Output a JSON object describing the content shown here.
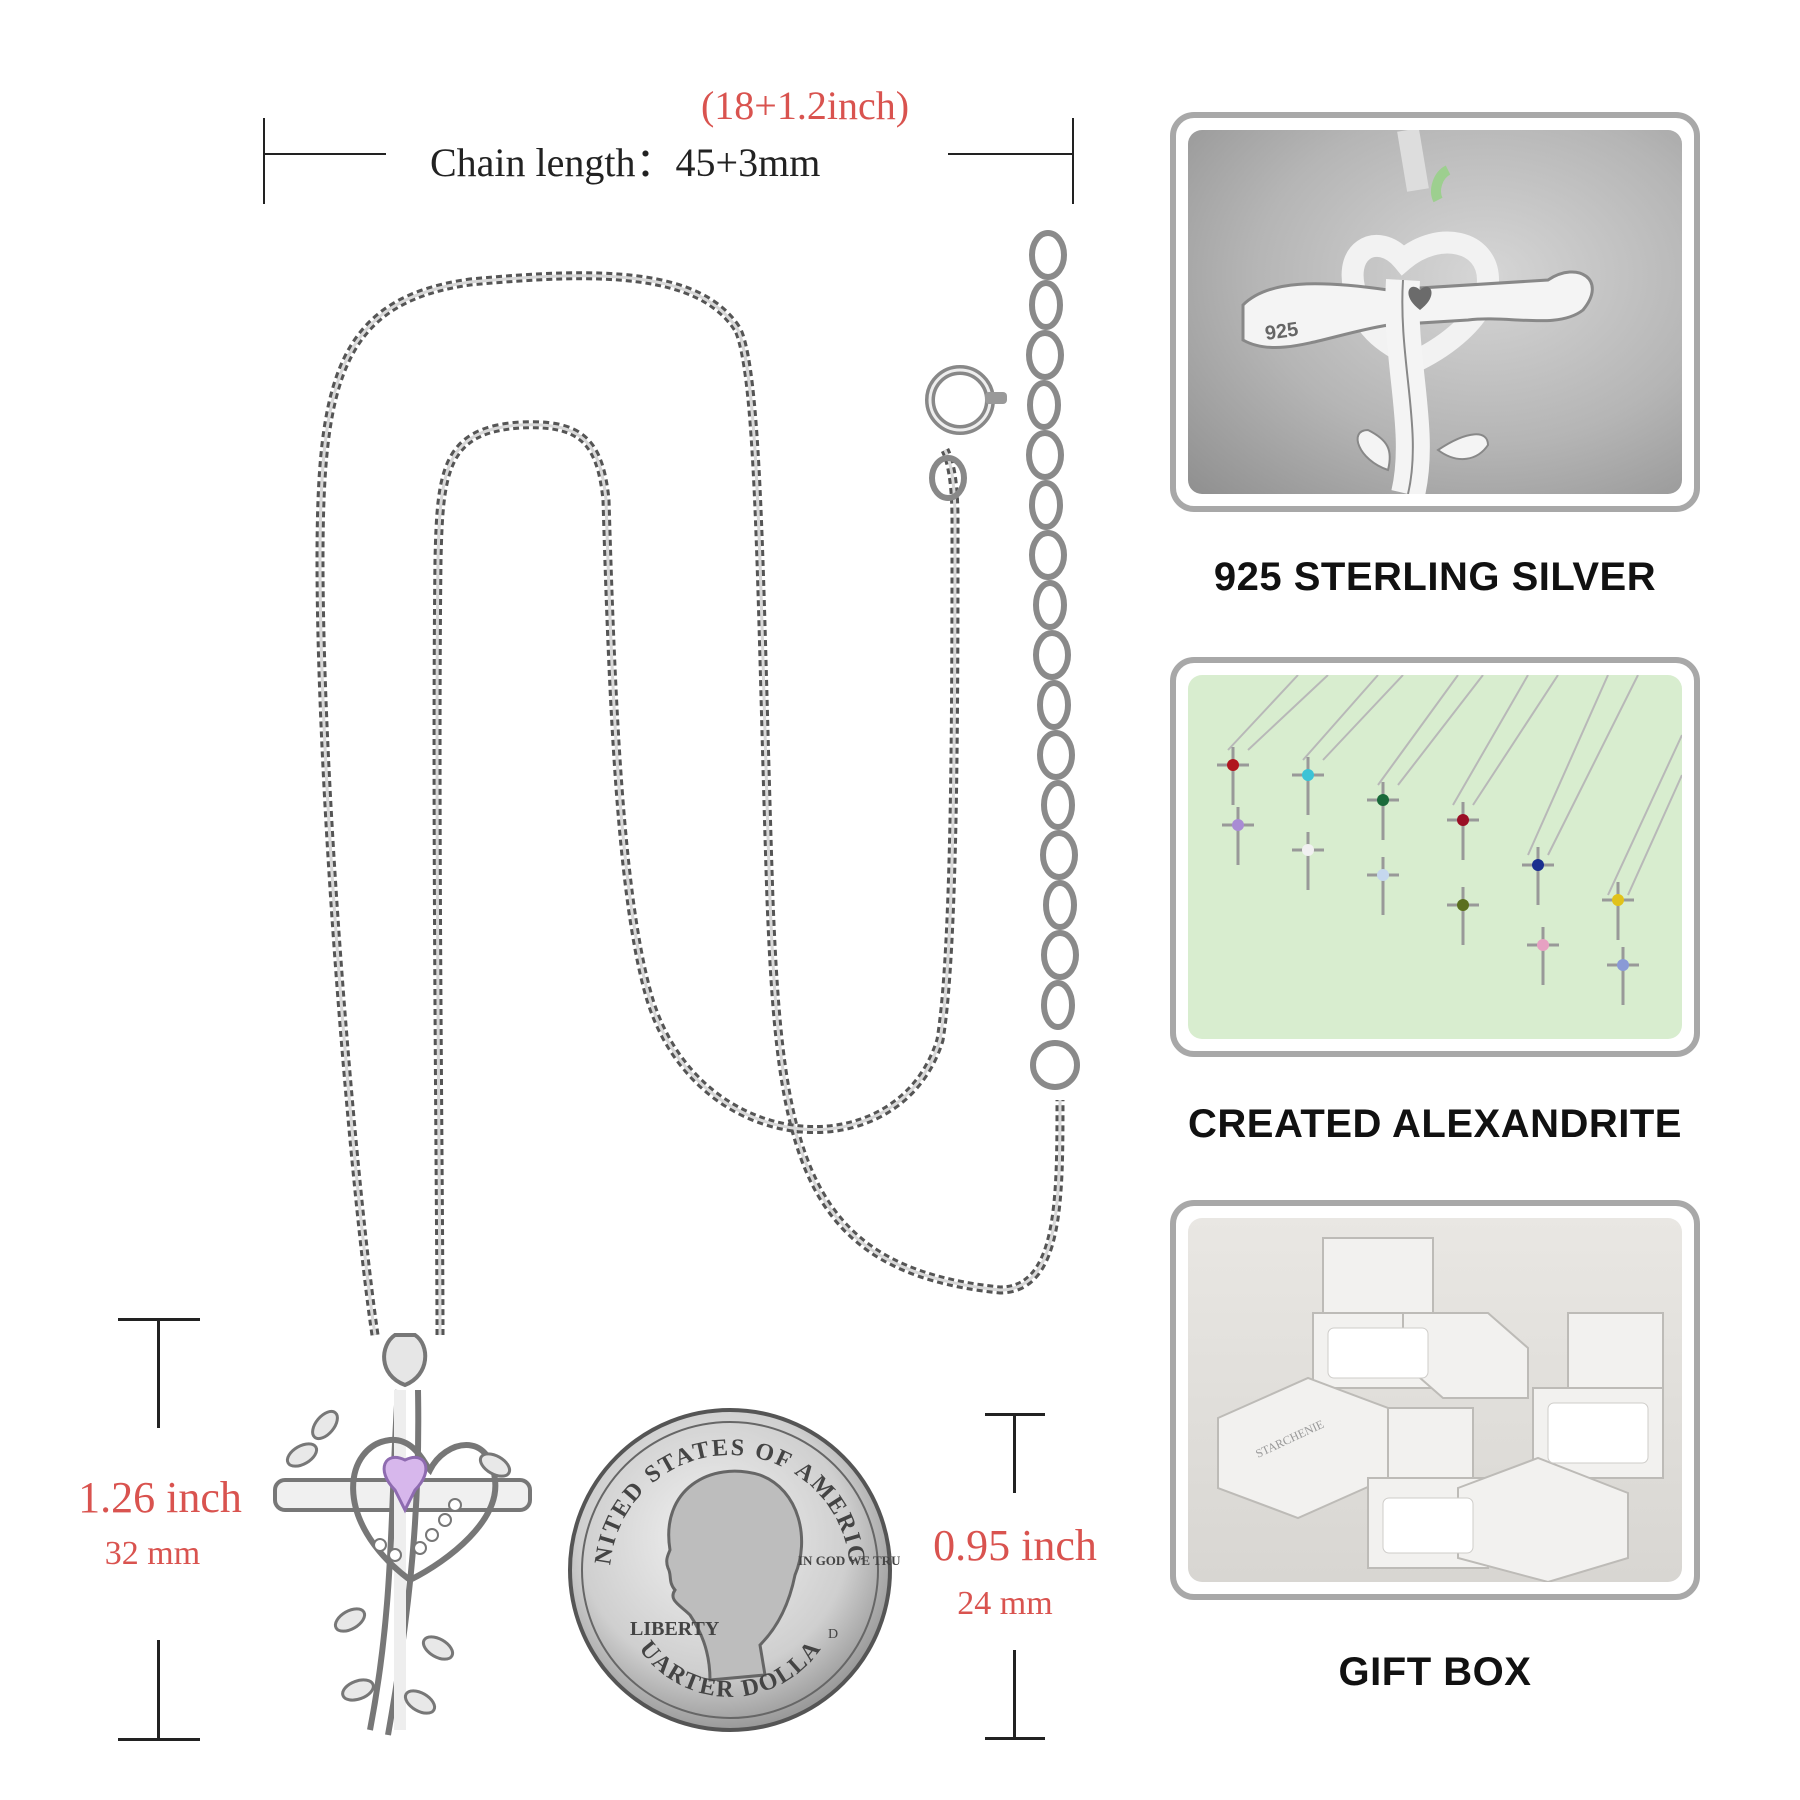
{
  "chain": {
    "length_inch": "(18+1.2inch)",
    "length_mm": "Chain length：45+3mm"
  },
  "pendant": {
    "height_inch": "1.26 inch",
    "height_mm": "32 mm"
  },
  "coin": {
    "diameter_inch": "0.95 inch",
    "diameter_mm": "24 mm",
    "text_top": "UNITED STATES OF AMERICA",
    "text_bottom": "QUARTER DOLLAR",
    "text_liberty": "LIBERTY",
    "text_trust": "IN GOD WE TRUST",
    "mint_mark": "D"
  },
  "panels": [
    {
      "label": "925 STERLING SILVER",
      "stamp": "925"
    },
    {
      "label": "CREATED ALEXANDRITE"
    },
    {
      "label": "GIFT BOX",
      "brand": "STARCHENIE"
    }
  ],
  "colors": {
    "accent_red": "#d9534f",
    "panel_border": "#a8a8a8",
    "silver": "#c9c9c9",
    "green_bg": "#d8edcf"
  }
}
